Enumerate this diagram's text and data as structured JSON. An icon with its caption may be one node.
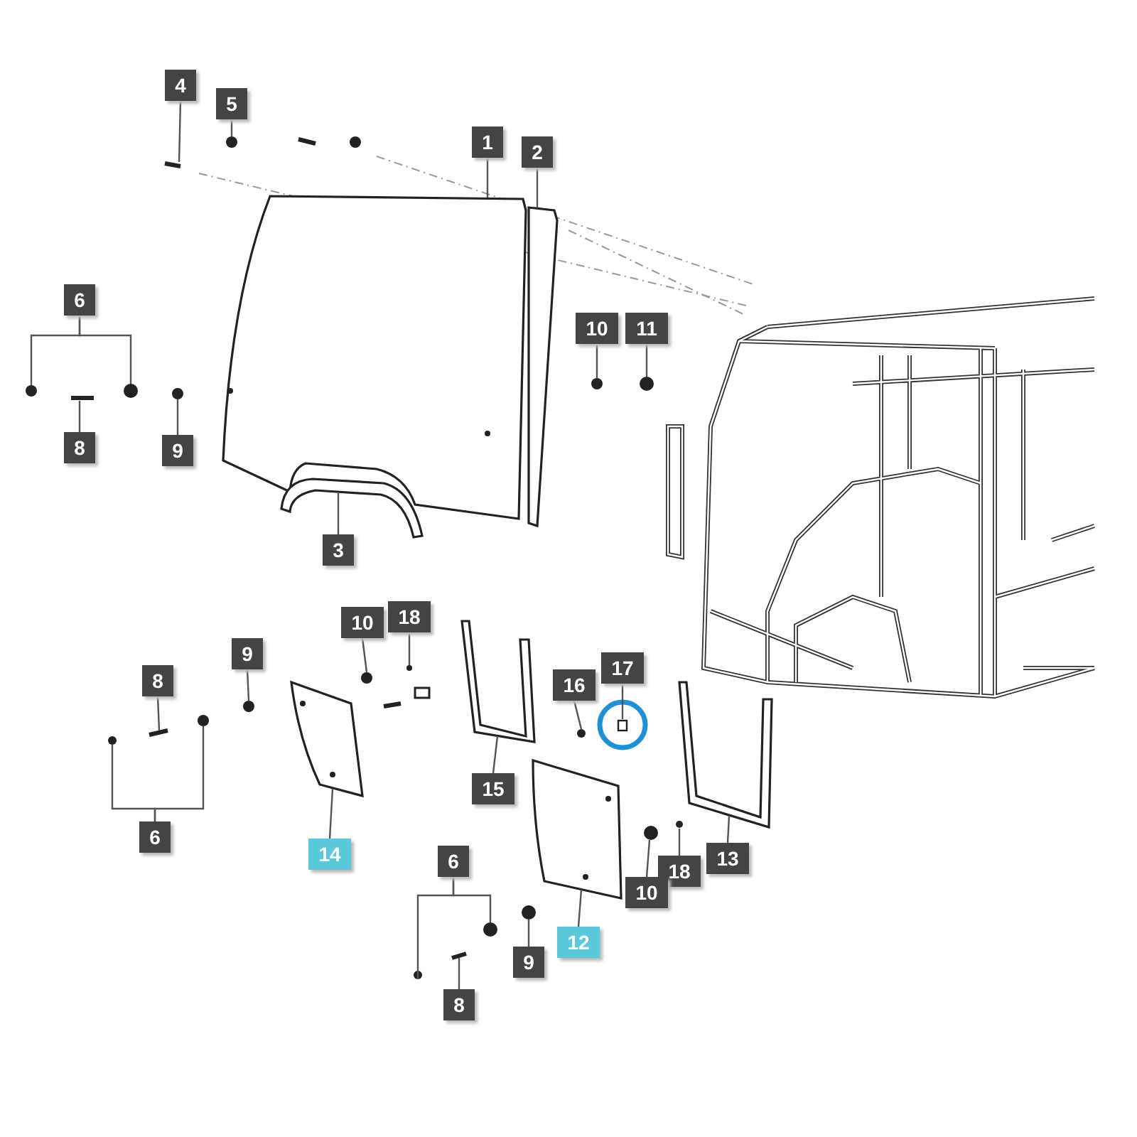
{
  "diagram": {
    "nodes": [
      {
        "text": [
          "4"
        ]
      },
      {
        "text": [
          "5"
        ]
      },
      {
        "text": [
          "1"
        ]
      },
      {
        "text": [
          "2"
        ]
      },
      {
        "text": [
          "6"
        ]
      },
      {
        "text": [
          "8"
        ]
      },
      {
        "text": [
          "9"
        ]
      },
      {
        "text": [
          "10"
        ]
      },
      {
        "text": [
          "11"
        ]
      },
      {
        "text": [
          "3"
        ]
      },
      {
        "text": [
          "10"
        ]
      },
      {
        "text": [
          "18"
        ]
      },
      {
        "text": [
          "9"
        ]
      },
      {
        "text": [
          "8"
        ]
      },
      {
        "text": [
          "16"
        ]
      },
      {
        "text": [
          "17"
        ]
      },
      {
        "text": [
          "15"
        ]
      },
      {
        "text": [
          "6"
        ]
      },
      {
        "text": [
          "14"
        ]
      },
      {
        "text": [
          "13"
        ]
      },
      {
        "text": [
          "18"
        ]
      },
      {
        "text": [
          "10"
        ]
      },
      {
        "text": [
          "12"
        ]
      },
      {
        "text": [
          "6"
        ]
      },
      {
        "text": [
          "9"
        ]
      },
      {
        "text": [
          "8"
        ]
      },
      {
        "text": [],
        "shape": "picture"
      },
      {
        "text": [],
        "shape": "picture"
      },
      {
        "text": [],
        "shape": "picture"
      },
      {
        "text": [],
        "shape": "picture"
      },
      {
        "text": [],
        "shape": "picture"
      },
      {
        "text": [],
        "shape": "picture"
      },
      {
        "text": [],
        "shape": "picture"
      },
      {
        "text": [],
        "shape": "box"
      },
      {
        "text": [],
        "shape": "bar"
      },
      {
        "text": [],
        "shape": "circle"
      },
      {
        "text": [],
        "shape": "circle"
      },
      {
        "text": [],
        "shape": "circle"
      },
      {
        "text": [],
        "shape": "bar"
      },
      {
        "text": [],
        "shape": "circle"
      },
      {
        "text": [],
        "shape": "circle"
      },
      {
        "text": [],
        "shape": "circle"
      },
      {
        "text": [],
        "shape": "circle"
      },
      {
        "text": [],
        "shape": "circle"
      },
      {
        "text": [],
        "shape": "circle"
      },
      {
        "text": [],
        "shape": "bar"
      },
      {
        "text": [],
        "shape": "circle"
      },
      {
        "text": [],
        "shape": "circle"
      },
      {
        "text": [],
        "shape": "circle"
      },
      {
        "text": [],
        "shape": "circle"
      },
      {
        "text": [],
        "shape": "circle"
      },
      {
        "text": [],
        "shape": "circle"
      },
      {
        "text": [],
        "shape": "circle"
      },
      {
        "text": [],
        "shape": "circle"
      },
      {
        "text": [],
        "shape": "bar"
      }
    ],
    "edges": [
      {
        "from": 0,
        "to": 34,
        "arrow": "none"
      },
      {
        "from": 1,
        "to": 35,
        "arrow": "none"
      },
      {
        "from": 2,
        "to": 26,
        "arrow": "none"
      },
      {
        "from": 3,
        "to": 27,
        "arrow": "none"
      },
      {
        "from": 4,
        "to": 36,
        "arrow": "none"
      },
      {
        "from": 4,
        "to": 37,
        "arrow": "none"
      },
      {
        "from": 5,
        "to": 38,
        "arrow": "none"
      },
      {
        "from": 6,
        "to": 39,
        "arrow": "none"
      },
      {
        "from": 7,
        "to": 40,
        "arrow": "none"
      },
      {
        "from": 8,
        "to": 41,
        "arrow": "none"
      },
      {
        "from": 9,
        "to": 28,
        "arrow": "none"
      },
      {
        "from": 10,
        "to": 42,
        "arrow": "none"
      },
      {
        "from": 11,
        "to": 43,
        "arrow": "none"
      },
      {
        "from": 12,
        "to": 44,
        "arrow": "none"
      },
      {
        "from": 13,
        "to": 45,
        "arrow": "none"
      },
      {
        "from": 14,
        "to": 46,
        "arrow": "none"
      },
      {
        "from": 15,
        "to": 33,
        "arrow": "none"
      },
      {
        "from": 16,
        "to": 31,
        "arrow": "none"
      },
      {
        "from": 17,
        "to": 47,
        "arrow": "none"
      },
      {
        "from": 17,
        "to": 48,
        "arrow": "none"
      },
      {
        "from": 18,
        "to": 29,
        "arrow": "none"
      },
      {
        "from": 19,
        "to": 32,
        "arrow": "none"
      },
      {
        "from": 20,
        "to": 49,
        "arrow": "none"
      },
      {
        "from": 21,
        "to": 50,
        "arrow": "none"
      },
      {
        "from": 22,
        "to": 30,
        "arrow": "none"
      },
      {
        "from": 23,
        "to": 51,
        "arrow": "none"
      },
      {
        "from": 23,
        "to": 52,
        "arrow": "none"
      },
      {
        "from": 24,
        "to": 53,
        "arrow": "none"
      },
      {
        "from": 25,
        "to": 54,
        "arrow": "none"
      }
    ]
  }
}
